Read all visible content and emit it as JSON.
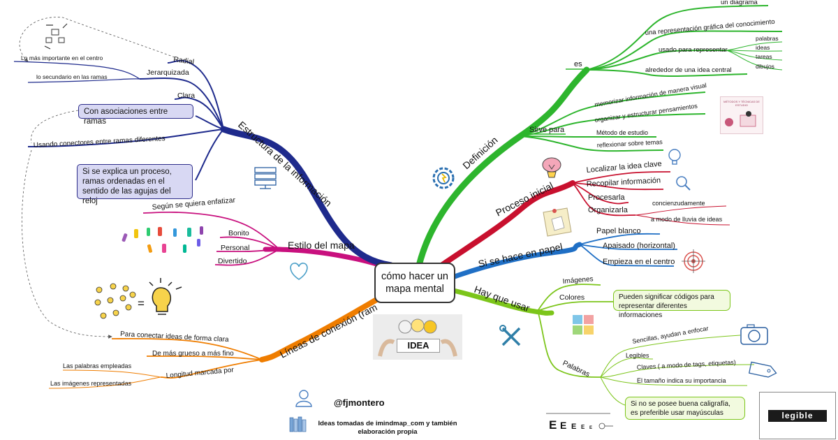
{
  "center": {
    "line1": "cómo hacer un",
    "line2": "mapa mental"
  },
  "branches": {
    "definicion": {
      "label": "Definición",
      "color": "#2db52d"
    },
    "proceso": {
      "label": "Proceso inicial",
      "color": "#c8102e"
    },
    "papel": {
      "label": "Si se hace en papel",
      "color": "#1f6fc5"
    },
    "usar": {
      "label": "Hay que usar",
      "color": "#7cc51a"
    },
    "lineas": {
      "label": "Líneas de conexión (ram",
      "color": "#ef7d00"
    },
    "estilo": {
      "label": "Estilo del mapa",
      "color": "#c8107e"
    },
    "estructura": {
      "label": "Estructura de la información",
      "color": "#1e2a8c"
    }
  },
  "definicion": {
    "es": "es",
    "es_items": [
      "un diagrama",
      "una representación gráfica del conocimiento",
      "usado para representar",
      "alrededor de una idea central"
    ],
    "representar_items": [
      "palabras",
      "ideas",
      "tareas",
      "dibujos"
    ],
    "sirve": "Sirve para",
    "sirve_items": [
      "memorizar información de manera visual",
      "organizar y estructurar pensamientos",
      "Método de estudio",
      "reflexionar sobre temas"
    ],
    "thumb_text": "MÉTODOS Y TÉCNICAS DE ESTUDIO"
  },
  "proceso": {
    "items": [
      "Localizar la idea clave",
      "Recopilar información",
      "Procesarla",
      "Organizarla"
    ],
    "organizar_items": [
      "concienzudamente",
      "a modo de lluvia de ideas"
    ]
  },
  "papel": {
    "items": [
      "Papel blanco",
      "Apaisado (horizontal)",
      "Empieza en el centro"
    ]
  },
  "usar": {
    "imagenes": "Imágenes",
    "colores": "Colores",
    "colores_note": "Pueden significar códigos para representar diferentes informaciones",
    "palabras": "Palabras",
    "palabras_items": [
      "Sencillas, ayudan a enfocar",
      "Legibles",
      "Claves ( a modo de tags, etiquetas)",
      "El tamaño indica su importancia"
    ],
    "palabras_note": "Si no se posee buena caligrafía, es preferible usar mayúsculas",
    "legible": "legible"
  },
  "lineas": {
    "items": [
      "Para conectar ideas de forma clara",
      "De más grueso a más fino",
      "Longitud marcada por"
    ],
    "longitud_items": [
      "Las palabras empleadas",
      "Las imágenes representadas"
    ]
  },
  "estilo": {
    "items": [
      "Según se quiera enfatizar",
      "Bonito",
      "Personal",
      "Divertido"
    ]
  },
  "estructura": {
    "radial": "Radial",
    "jerarquizada": "Jerarquizada",
    "jerarquizada_items": [
      "Lo más importante en el centro",
      "lo secundario en las ramas"
    ],
    "clara": "Clara",
    "asociaciones_note": "Con asociaciones entre ramas",
    "conectores": "Usando conectores entre ramas diferentes",
    "proceso_note": "Si se explica un proceso, ramas ordenadas en el sentido de las agujas del reloj"
  },
  "footer": {
    "author": "@fjmontero",
    "credits": "Ideas tomadas de imindmap_com y también elaboración propia"
  },
  "images": {
    "idea_label": "IDEA"
  }
}
